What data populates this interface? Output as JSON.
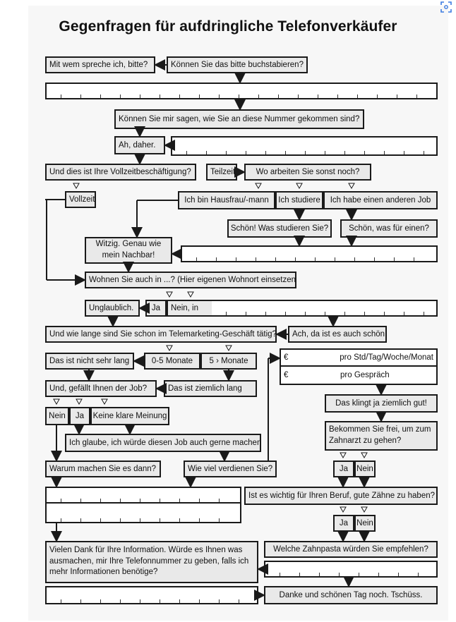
{
  "title": "Gegenfragen für aufdringliche Telefonverkäufer",
  "nodes": {
    "mit_wem": "Mit wem spreche ich, bitte?",
    "buchstabieren": "Können Sie das bitte buchstabieren?",
    "nummer": "Können Sie mir sagen, wie Sie an diese Nummer gekommen sind?",
    "ah_daher": "Ah, daher.",
    "vollzeit_frage": "Und dies ist Ihre Vollzeitbeschäftigung?",
    "teilzeit": "Teilzeit",
    "wo_arbeiten": "Wo arbeiten Sie sonst noch?",
    "vollzeit": "Vollzeit",
    "hausfrau": "Ich bin Hausfrau/-mann",
    "studiere": "Ich studiere",
    "anderer_job": "Ich habe einen anderen Job",
    "was_studieren": "Schön! Was studieren Sie?",
    "was_fuer_einen": "Schön, was für einen?",
    "witzig": "Witzig. Genau wie mein Nachbar!",
    "wohnort": "Wohnen Sie auch in ...? (Hier eigenen Wohnort einsetzen)",
    "unglaublich": "Unglaublich.",
    "ja_1": "Ja",
    "nein_in": "Nein, in",
    "wie_lange": "Und wie lange sind Sie schon im Telemarketing-Geschäft tätig?",
    "auch_schoen": "Ach, da ist es auch schön",
    "nicht_lang": "Das ist nicht sehr lang",
    "null_fuenf": "0-5 Monate",
    "fuenf_plus": "5 › Monate",
    "euro_1": "€",
    "pro_std": "pro Std/Tag/Woche/Monat",
    "euro_2": "€",
    "pro_gespraech": "pro Gespräch",
    "gefaellt": "Und, gefällt Ihnen der Job?",
    "ziemlich_lang": "Das ist ziemlich lang",
    "klingt_gut": "Das klingt ja ziemlich gut!",
    "nein_1": "Nein",
    "ja_2": "Ja",
    "keine_meinung": "Keine klare Meinung",
    "zahnarzt": "Bekommen Sie frei, um zum Zahnarzt zu gehen?",
    "auch_gerne": "Ich glaube, ich würde diesen Job auch gerne machen",
    "warum": "Warum machen Sie es dann?",
    "verdienen": "Wie viel verdienen Sie?",
    "ja_3": "Ja",
    "nein_2": "Nein",
    "zaehne": "Ist es wichtig für Ihren Beruf, gute Zähne zu haben?",
    "ja_4": "Ja",
    "nein_3": "Nein",
    "dank": "Vielen Dank für Ihre Information. Würde es Ihnen was ausmachen, mir Ihre Telefonnummer zu geben, falls ich mehr Informationen benötige?",
    "zahnpasta": "Welche Zahnpasta würden Sie empfehlen?",
    "tschuess": "Danke und schönen Tag noch. Tschüss."
  },
  "icons": {
    "corner": "expand-icon"
  }
}
